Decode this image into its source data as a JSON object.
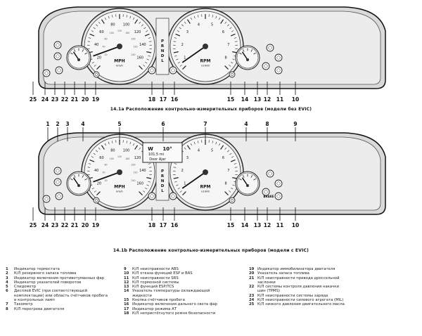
{
  "figure1": {
    "callouts_bottom": [
      "25",
      "24",
      "23",
      "22",
      "21",
      "20",
      "19",
      "18",
      "17",
      "16",
      "15",
      "14",
      "13",
      "12",
      "11",
      "10"
    ],
    "caption": "14.1а Расположение контрольно-измерительных приборов (модели без EVIC)",
    "speedo_unit": "MPH\nkm/h",
    "tacho_unit": "RPM\nx1000",
    "speed_ticks": [
      "20",
      "40",
      "60",
      "80",
      "100",
      "120",
      "140",
      "160"
    ],
    "kmh_ticks": [
      "20",
      "40",
      "80",
      "100",
      "120",
      "160",
      "200",
      "220",
      "240"
    ],
    "rpm_ticks": [
      "1",
      "2",
      "3",
      "4",
      "5",
      "6",
      "7",
      "8"
    ],
    "gear": [
      "P",
      "R",
      "N",
      "D",
      "L"
    ]
  },
  "figure2": {
    "callouts_top": [
      "1",
      "2",
      "3",
      "4",
      "5",
      "6",
      "7",
      "4",
      "8",
      "9"
    ],
    "callouts_bottom": [
      "25",
      "24",
      "23",
      "22",
      "21",
      "20",
      "19",
      "18",
      "17",
      "16",
      "15",
      "14",
      "13",
      "12",
      "11",
      "10"
    ],
    "caption": "14.1b Расположение контрольно-измерительных приборов (модели с EVIC)",
    "evic_line1": "W",
    "evic_temp": "10°",
    "evic_line2": "101.5 mi",
    "evic_line3": "Door Ajar",
    "speedo_unit": "MPH\nkm/h",
    "tacho_unit": "RPM\nx1000",
    "speed_ticks": [
      "20",
      "40",
      "60",
      "80",
      "100",
      "120",
      "140",
      "160"
    ],
    "kmh_ticks": [
      "20",
      "40",
      "80",
      "100",
      "120",
      "160",
      "200",
      "220",
      "240"
    ],
    "rpm_ticks": [
      "1",
      "2",
      "3",
      "4",
      "5",
      "6",
      "7",
      "8"
    ],
    "gear": [
      "P",
      "R",
      "N",
      "D",
      "L"
    ],
    "brake_label": "BRAKE"
  },
  "legend": {
    "col1": [
      {
        "n": "1",
        "t": "Индикатор термостата"
      },
      {
        "n": "2",
        "t": "К/Л резервного запаса топлива"
      },
      {
        "n": "3",
        "t": "Индикатор включения противотуманных фар"
      },
      {
        "n": "4",
        "t": "Индикатор указателей поворотов"
      },
      {
        "n": "5",
        "t": "Спидометр"
      },
      {
        "n": "6",
        "t": "Дисплей EVIC (при соответствующей комплектации) или область счётчиков пробега и контрольных ламп"
      },
      {
        "n": "7",
        "t": "Тахометр"
      },
      {
        "n": "8",
        "t": "К/Л перегрева двигателя"
      }
    ],
    "col2": [
      {
        "n": "9",
        "t": "К/Л неисправности ABS"
      },
      {
        "n": "10",
        "t": "К/Л отказа функций ESP и BAS"
      },
      {
        "n": "11",
        "t": "К/Л неисправности SRS"
      },
      {
        "n": "12",
        "t": "К/Л тормозной системы"
      },
      {
        "n": "13",
        "t": "К/Л функций ESP/TCS"
      },
      {
        "n": "14",
        "t": "Указатель температуры охлаждающей жидкости"
      },
      {
        "n": "15",
        "t": "Кнопка счётчиков пробега"
      },
      {
        "n": "16",
        "t": "Индикатор включения дальнего света фар"
      },
      {
        "n": "17",
        "t": "Индикатор режима АТ"
      },
      {
        "n": "18",
        "t": "К/Л непристёгнутого ремня безопасности"
      }
    ],
    "col3": [
      {
        "n": "19",
        "t": "Индикатор иммобилизатора двигателя"
      },
      {
        "n": "20",
        "t": "Указатель запаса топлива"
      },
      {
        "n": "21",
        "t": "К/Л неисправности привода дроссельной заслонки"
      },
      {
        "n": "22",
        "t": "К/Л системы контроля давления накачки шин (TPMS)"
      },
      {
        "n": "23",
        "t": "К/Л неисправности системы заряда"
      },
      {
        "n": "24",
        "t": "К/Л неисправности силового агрегата (MIL)"
      },
      {
        "n": "25",
        "t": "К/Л низкого давления двигательного масла"
      }
    ]
  }
}
